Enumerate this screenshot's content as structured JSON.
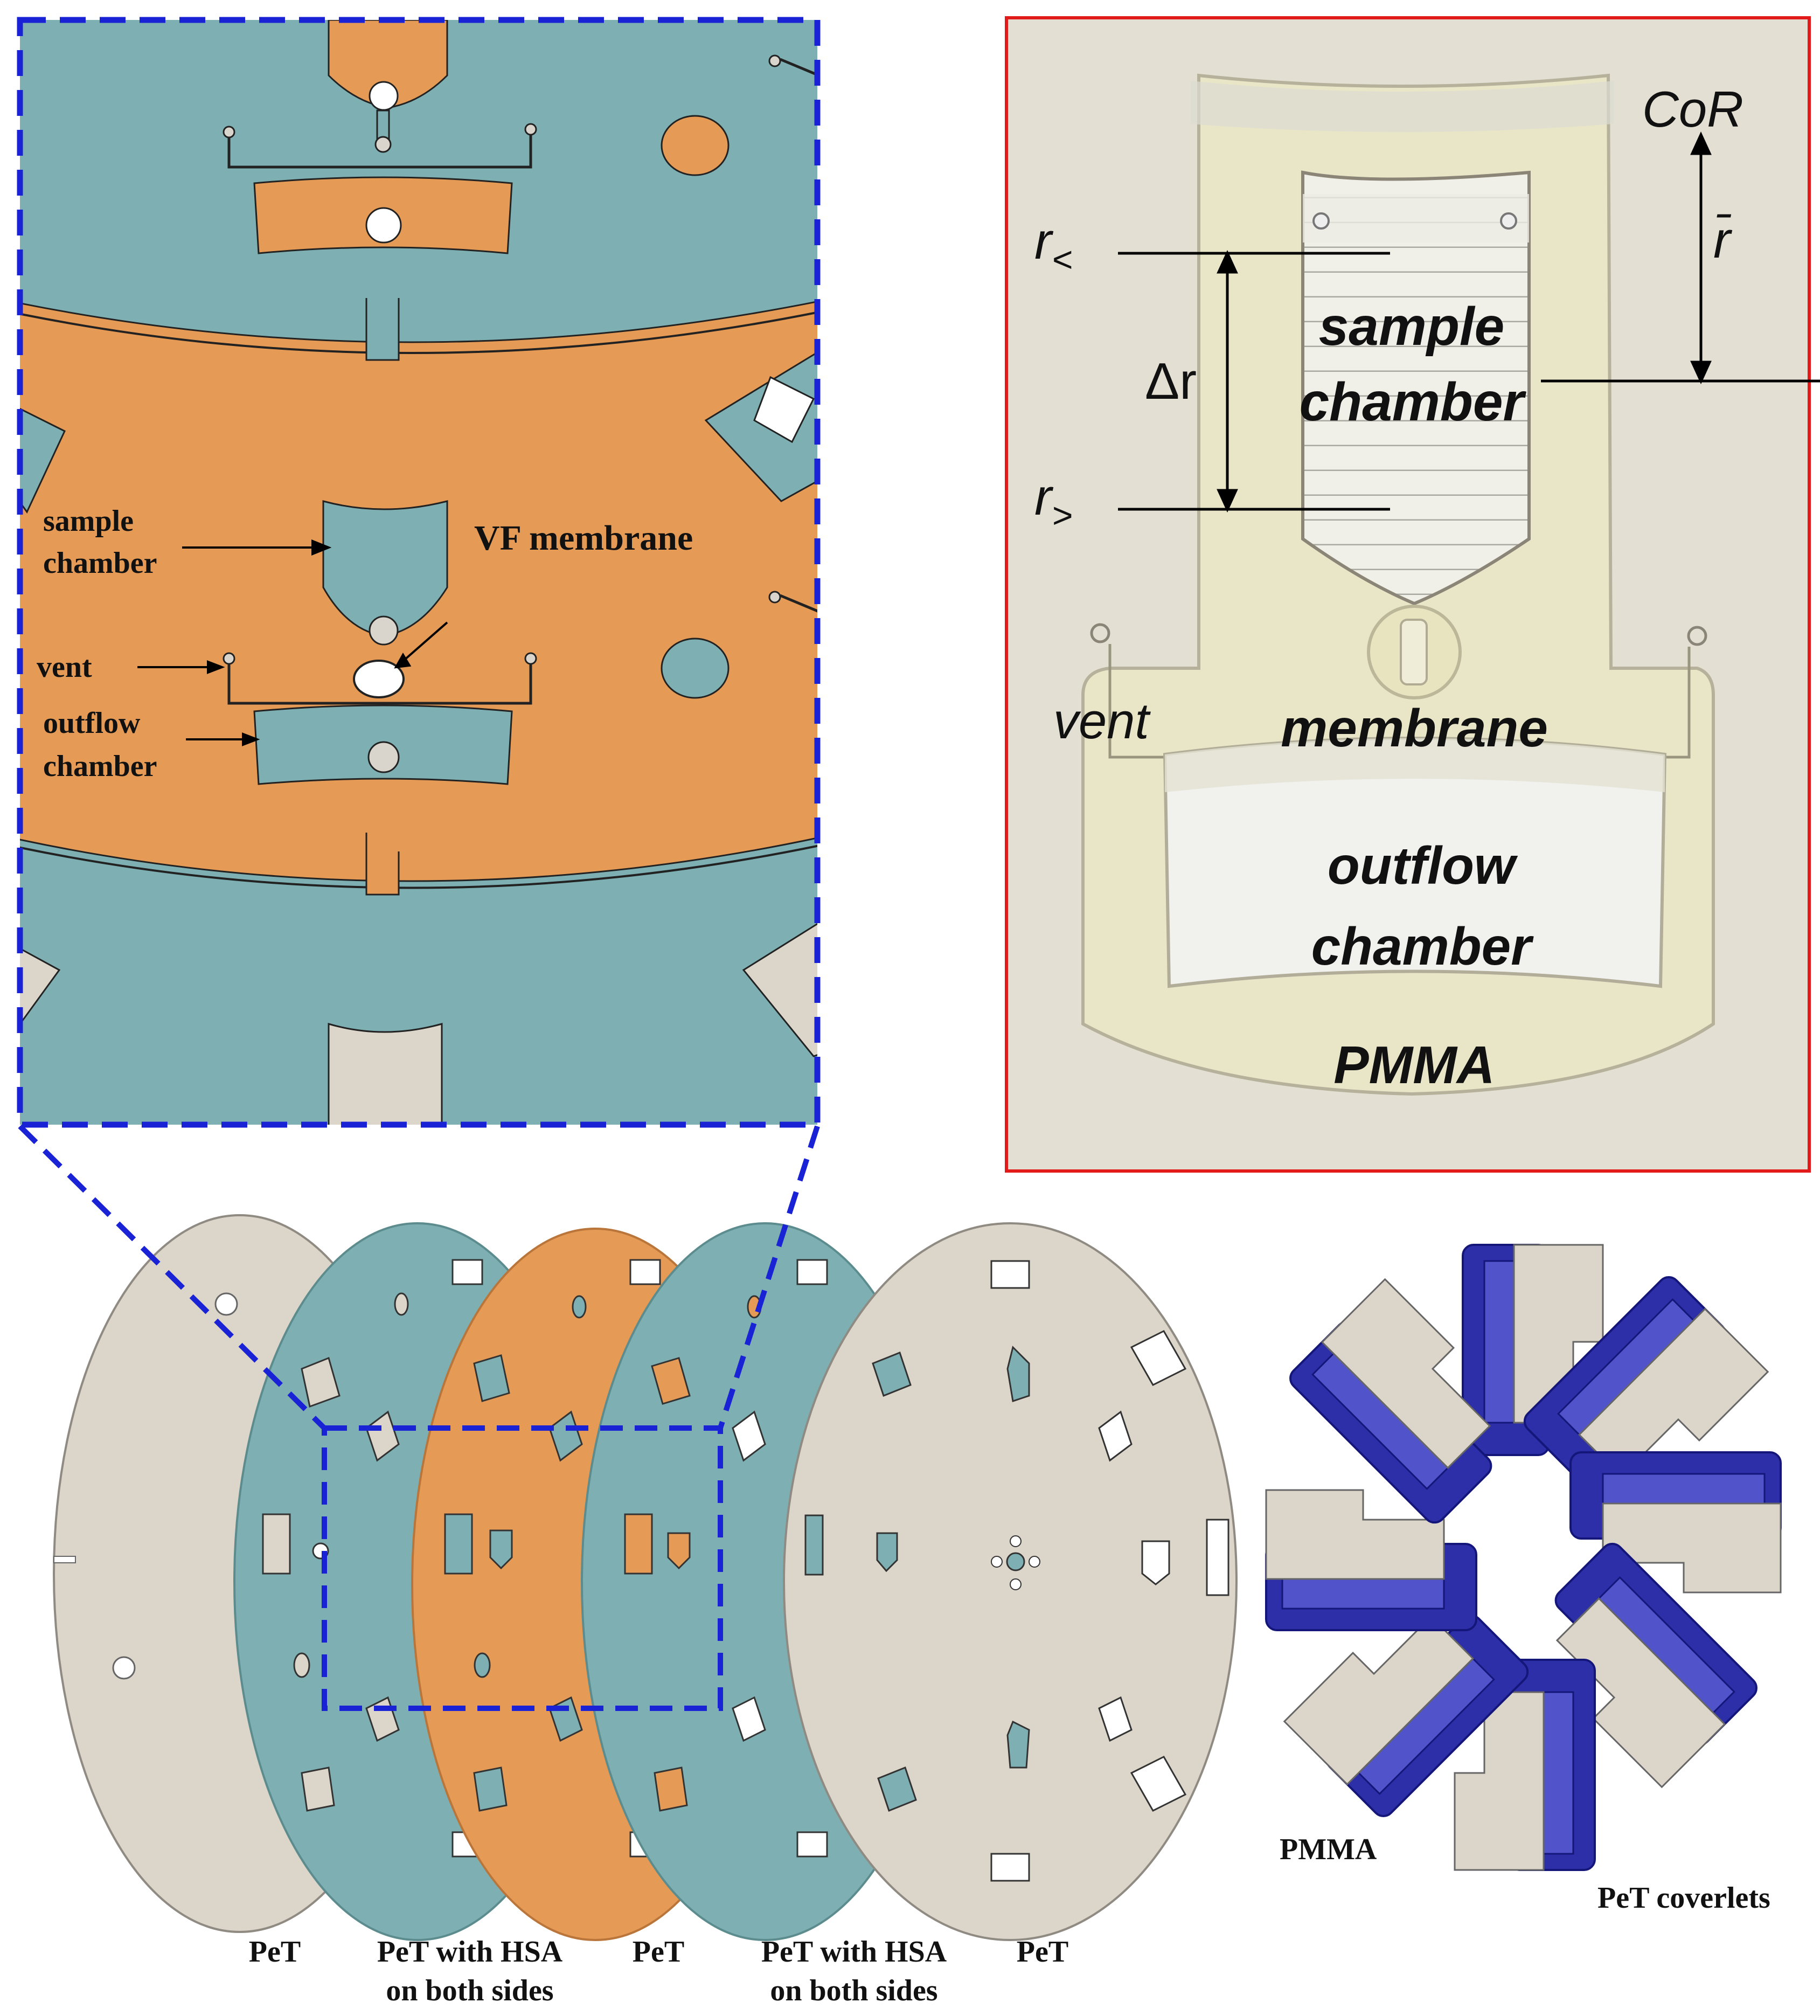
{
  "colors": {
    "teal": "#7eb0b3",
    "orange": "#e59a55",
    "beige": "#dcd5ca",
    "navy": "#2d2fa8",
    "dash_blue": "#1a22d6",
    "frame_red": "#e21a1a",
    "photo_bg": "#e3e0d3",
    "chip": "#e9e6c8"
  },
  "zoom": {
    "labels": {
      "sample_chamber_1": "sample",
      "sample_chamber_2": "chamber",
      "vf_membrane": "VF membrane",
      "vent": "vent",
      "outflow_1": "outflow",
      "outflow_2": "chamber"
    }
  },
  "photo": {
    "labels": {
      "cor": "CoR",
      "rbar": "r̄",
      "r_lt": "r",
      "r_lt_sub": "<",
      "r_gt": "r",
      "r_gt_sub": ">",
      "delta_r": "Δr",
      "sample_1": "sample",
      "sample_2": "chamber",
      "vent": "vent",
      "membrane": "membrane",
      "outflow_1": "outflow",
      "outflow_2": "chamber",
      "pmma": "PMMA"
    }
  },
  "layers": {
    "captions": [
      {
        "line1": "PeT",
        "line2": ""
      },
      {
        "line1": "PeT with HSA",
        "line2": "on both sides"
      },
      {
        "line1": "PeT",
        "line2": ""
      },
      {
        "line1": "PeT with HSA",
        "line2": "on both sides"
      },
      {
        "line1": "PeT",
        "line2": ""
      }
    ]
  },
  "rotor": {
    "pmma_label": "PMMA",
    "coverlets_label": "PeT coverlets"
  }
}
